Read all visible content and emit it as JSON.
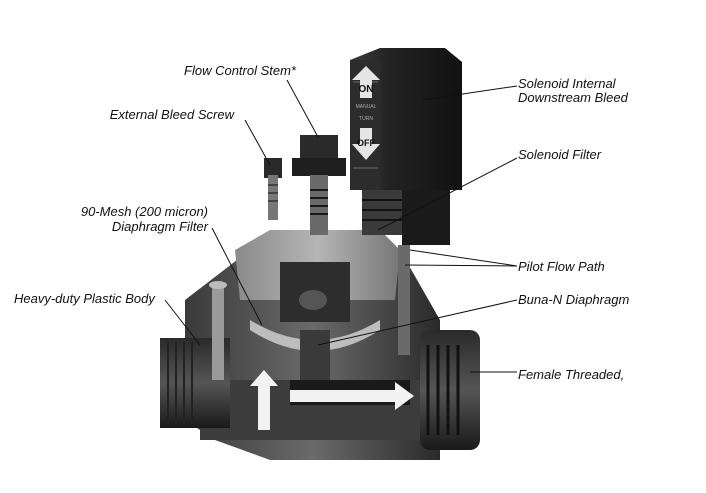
{
  "labels": {
    "flow_control_stem": "Flow Control Stem*",
    "external_bleed_screw": "External Bleed Screw",
    "mesh_filter_line1": "90-Mesh (200 micron)",
    "mesh_filter_line2": "Diaphragm Filter",
    "plastic_body": "Heavy-duty Plastic Body",
    "solenoid_bleed_line1": "Solenoid Internal",
    "solenoid_bleed_line2": "Downstream Bleed",
    "solenoid_filter": "Solenoid Filter",
    "pilot_flow_path": "Pilot Flow Path",
    "diaphragm": "Buna-N Diaphragm",
    "female_threaded": "Female Threaded,"
  },
  "solenoid_text": {
    "on": "ON",
    "off": "OFF",
    "manual_bleed": "MANUAL",
    "turn": "TURN"
  },
  "colors": {
    "dark": "#1e1e1e",
    "mid": "#5a5a5a",
    "light": "#9a9a9a",
    "arrow": "#f2f2f2"
  }
}
